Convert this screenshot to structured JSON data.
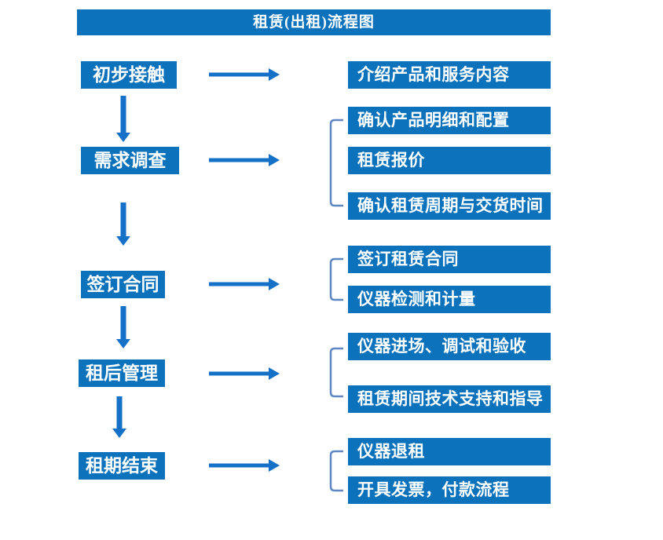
{
  "title": "租赁(出租)流程图",
  "colors": {
    "box_blue": "#0C72BC",
    "arrow_blue": "#1571C8",
    "bracket_blue": "#5E87C3",
    "text_white": "#FFFFFF",
    "background": "#FFFFFF"
  },
  "steps": [
    {
      "label": "初步接触",
      "outputs": [
        "介绍产品和服务内容"
      ]
    },
    {
      "label": "需求调查",
      "outputs": [
        "确认产品明细和配置",
        "租赁报价",
        "确认租赁周期与交货时间"
      ]
    },
    {
      "label": "签订合同",
      "outputs": [
        "签订租赁合同",
        "仪器检测和计量"
      ]
    },
    {
      "label": "租后管理",
      "outputs": [
        "仪器进场、调试和验收",
        "租赁期间技术支持和指导"
      ]
    },
    {
      "label": "租期结束",
      "outputs": [
        "仪器退租",
        "开具发票，付款流程"
      ]
    }
  ]
}
